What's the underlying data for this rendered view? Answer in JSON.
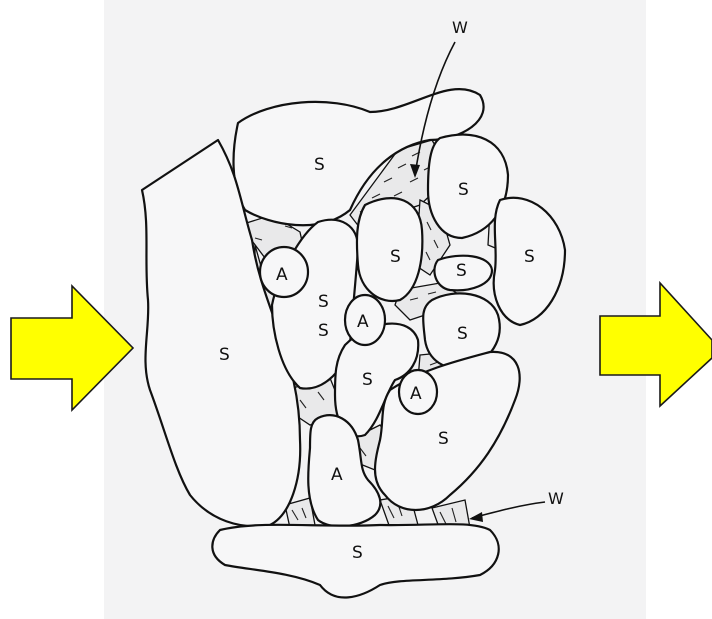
{
  "diagram": {
    "soil_label": "S",
    "air_label": "A",
    "water_label": "W"
  },
  "colors": {
    "arrow_fill": "#ffff00",
    "arrow_stroke": "#1a1a1a",
    "outline": "#111111",
    "paper": "#f3f3f4"
  },
  "icons": [
    "arrow-right-icon",
    "arrow-right-icon"
  ]
}
